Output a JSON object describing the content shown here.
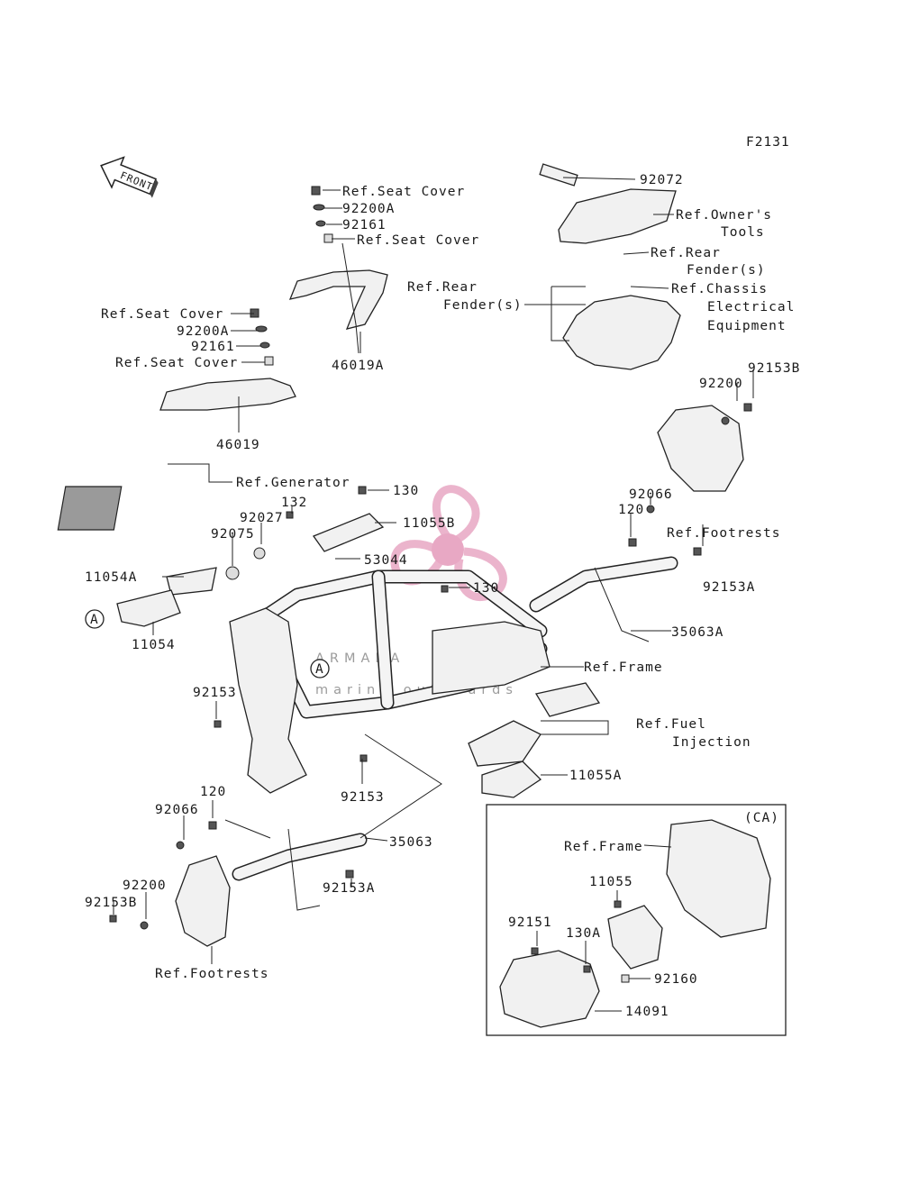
{
  "diagram_code": "F2131",
  "front_arrow_label": "FRONT",
  "watermark": {
    "brand": "ARMADA",
    "tagline": "marine outboards",
    "logo_color": "#e8a8c4"
  },
  "labels": [
    {
      "id": "ref-seat-cover-1",
      "text": "Ref.Seat Cover"
    },
    {
      "id": "92200a-1",
      "text": "92200A"
    },
    {
      "id": "92161-1",
      "text": "92161"
    },
    {
      "id": "ref-seat-cover-2",
      "text": "Ref.Seat Cover"
    },
    {
      "id": "92072",
      "text": "92072"
    },
    {
      "id": "ref-owners-tools-1",
      "text": "Ref.Owner's"
    },
    {
      "id": "ref-owners-tools-2",
      "text": "Tools"
    },
    {
      "id": "ref-rear-fender-a1",
      "text": "Ref.Rear"
    },
    {
      "id": "ref-rear-fender-a2",
      "text": "Fender(s)"
    },
    {
      "id": "ref-rear-fender-b1",
      "text": "Ref.Rear"
    },
    {
      "id": "ref-rear-fender-b2",
      "text": "Fender(s)"
    },
    {
      "id": "ref-chassis-1",
      "text": "Ref.Chassis"
    },
    {
      "id": "ref-chassis-2",
      "text": "Electrical"
    },
    {
      "id": "ref-chassis-3",
      "text": "Equipment"
    },
    {
      "id": "ref-seat-cover-3",
      "text": "Ref.Seat Cover"
    },
    {
      "id": "92200a-2",
      "text": "92200A"
    },
    {
      "id": "92161-2",
      "text": "92161"
    },
    {
      "id": "ref-seat-cover-4",
      "text": "Ref.Seat Cover"
    },
    {
      "id": "46019a",
      "text": "46019A"
    },
    {
      "id": "46019",
      "text": "46019"
    },
    {
      "id": "92153b-1",
      "text": "92153B"
    },
    {
      "id": "92200-1",
      "text": "92200"
    },
    {
      "id": "ref-generator",
      "text": "Ref.Generator"
    },
    {
      "id": "130-1",
      "text": "130"
    },
    {
      "id": "132",
      "text": "132"
    },
    {
      "id": "11055b",
      "text": "11055B"
    },
    {
      "id": "92027",
      "text": "92027"
    },
    {
      "id": "92066-1",
      "text": "92066"
    },
    {
      "id": "120-1",
      "text": "120"
    },
    {
      "id": "ref-footrests-1",
      "text": "Ref.Footrests"
    },
    {
      "id": "92075",
      "text": "92075"
    },
    {
      "id": "53044",
      "text": "53044"
    },
    {
      "id": "11054a",
      "text": "11054A"
    },
    {
      "id": "92153a-1",
      "text": "92153A"
    },
    {
      "id": "130-2",
      "text": "130"
    },
    {
      "id": "11054",
      "text": "11054"
    },
    {
      "id": "35063a",
      "text": "35063A"
    },
    {
      "id": "ref-frame-1",
      "text": "Ref.Frame"
    },
    {
      "id": "92153-1",
      "text": "92153"
    },
    {
      "id": "ref-fuel-1",
      "text": "Ref.Fuel"
    },
    {
      "id": "ref-fuel-2",
      "text": "Injection"
    },
    {
      "id": "11055a",
      "text": "11055A"
    },
    {
      "id": "92153-2",
      "text": "92153"
    },
    {
      "id": "120-2",
      "text": "120"
    },
    {
      "id": "92066-2",
      "text": "92066"
    },
    {
      "id": "35063",
      "text": "35063"
    },
    {
      "id": "ca",
      "text": "(CA)"
    },
    {
      "id": "ref-frame-2",
      "text": "Ref.Frame"
    },
    {
      "id": "92200-2",
      "text": "92200"
    },
    {
      "id": "92153b-2",
      "text": "92153B"
    },
    {
      "id": "92153a-2",
      "text": "92153A"
    },
    {
      "id": "11055",
      "text": "11055"
    },
    {
      "id": "92151",
      "text": "92151"
    },
    {
      "id": "130a",
      "text": "130A"
    },
    {
      "id": "92160",
      "text": "92160"
    },
    {
      "id": "14091",
      "text": "14091"
    },
    {
      "id": "ref-footrests-2",
      "text": "Ref.Footrests"
    },
    {
      "id": "marker-a-1",
      "text": "A"
    },
    {
      "id": "marker-a-2",
      "text": "A"
    }
  ]
}
